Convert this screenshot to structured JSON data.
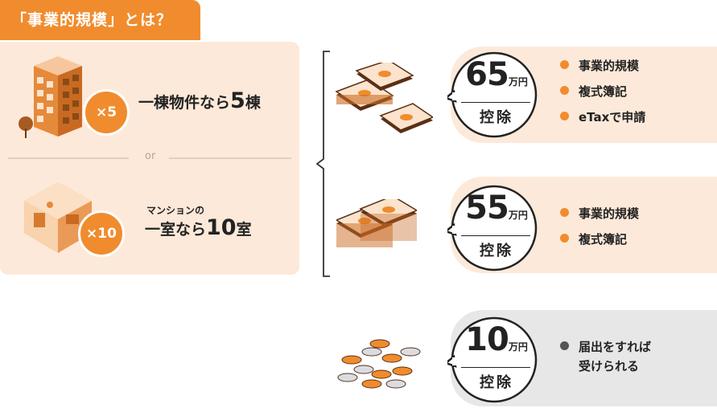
{
  "header": {
    "title": "「事業的規模」とは？"
  },
  "left": {
    "building": {
      "badge": "×5",
      "prefix": "一棟物件なら",
      "num": "5",
      "suffix": "棟"
    },
    "separator": "or",
    "room": {
      "badge": "×10",
      "top_line": "マンションの",
      "prefix": "一室なら",
      "num": "10",
      "suffix": "室"
    }
  },
  "tiers": [
    {
      "amount": "65",
      "unit": "万円",
      "sub": "控除",
      "items": [
        "事業的規模",
        "複式簿記",
        "eTaxで申請"
      ]
    },
    {
      "amount": "55",
      "unit": "万円",
      "sub": "控除",
      "items": [
        "事業的規模",
        "複式簿記"
      ]
    },
    {
      "amount": "10",
      "unit": "万円",
      "sub": "控除",
      "items": [
        "届出をすれば受けられる"
      ],
      "item_lines": [
        "届出をすれば",
        "受けられる"
      ]
    }
  ],
  "colors": {
    "accent": "#f08c2d",
    "accent_light": "#fde9d9",
    "gray": "#e7e7e7"
  }
}
